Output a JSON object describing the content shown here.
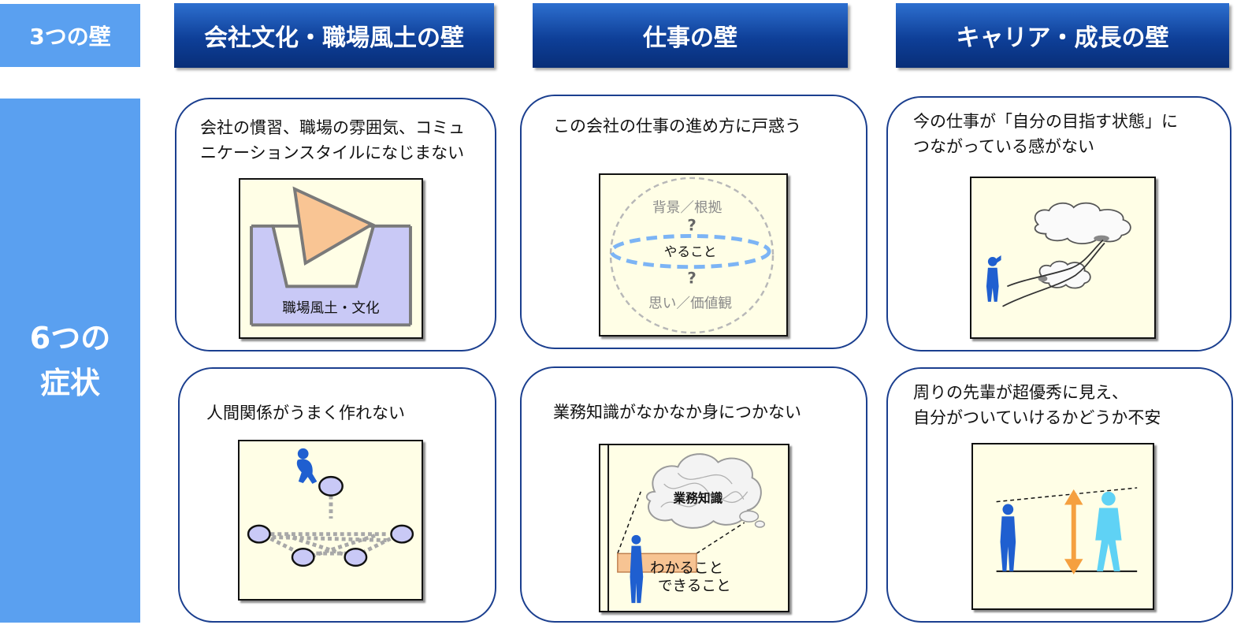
{
  "side": {
    "top_label": "3つの壁",
    "bottom_label_line1": "6つの",
    "bottom_label_line2": "症状"
  },
  "walls": [
    {
      "title": "会社文化・職場風土の壁"
    },
    {
      "title": "仕事の壁"
    },
    {
      "title": "キャリア・成長の壁"
    }
  ],
  "symptoms": {
    "culture_top": {
      "line1": "会社の慣習、職場の雰囲気、コミュ",
      "line2": "ニケーションスタイルになじまない",
      "illus_label": "職場風土・文化"
    },
    "culture_bottom": {
      "line1": "人間関係がうまく作れない"
    },
    "work_top": {
      "line1": "この会社の仕事の進め方に戸惑う",
      "illus_top": "背景／根拠",
      "illus_mid": "やること",
      "illus_bottom": "思い／価値観",
      "qmark": "?"
    },
    "work_bottom": {
      "line1": "業務知識がなかなか身につかない",
      "illus_cloud": "業務知識",
      "illus_known1": "わかること",
      "illus_known2": "できること"
    },
    "career_top": {
      "line1": "今の仕事が「自分の目指す状態」に",
      "line2": "つながっている感がない"
    },
    "career_bottom": {
      "line1": "周りの先輩が超優秀に見え、",
      "line2": "自分がついていけるかどうか不安"
    }
  },
  "colors": {
    "side": "#5aa0f0",
    "header": "#0e3f98",
    "card_border": "#1b3f8f",
    "illus_bg": "#fffee6",
    "figure": "#1f5fd0",
    "figure_light": "#5fd2f5",
    "arrow": "#f5a040",
    "triangle": "#f9c594",
    "wall": "#c9c9f6"
  }
}
